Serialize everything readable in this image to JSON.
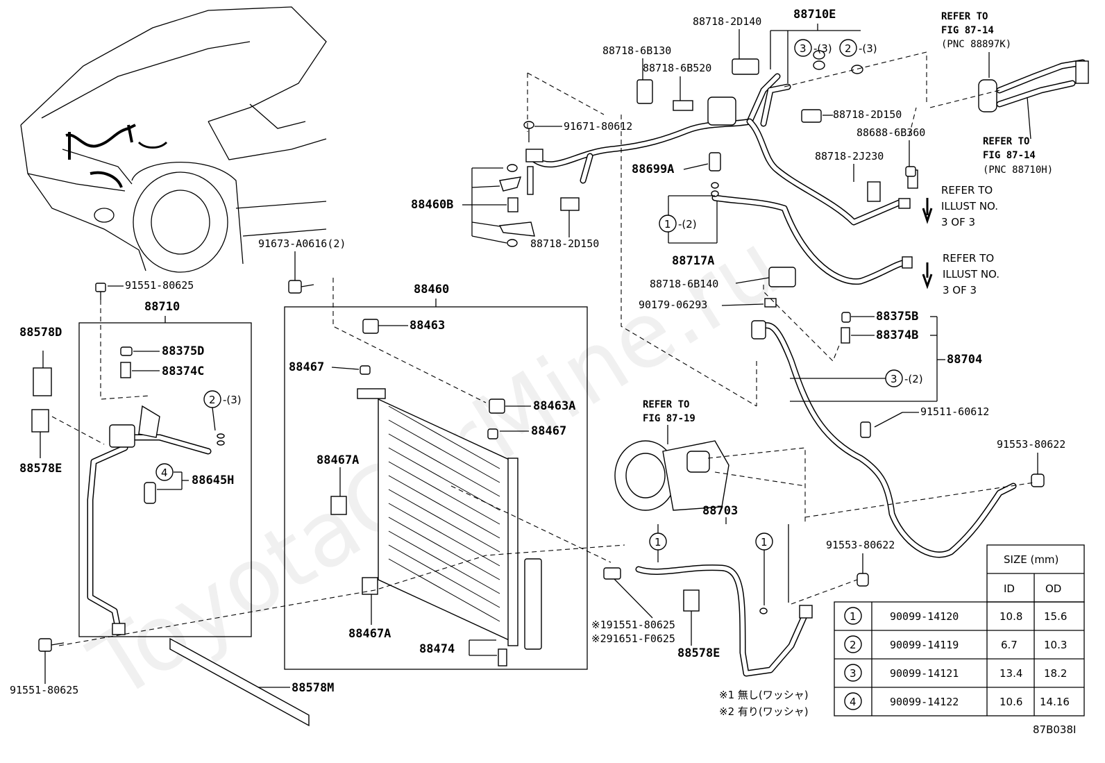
{
  "watermark": "ToyotaCarMine.ru",
  "figure_id": "87B038I",
  "parts": {
    "p88710E": "88710E",
    "p88718_2D140": "88718-2D140",
    "p88718_6B130": "88718-6B130",
    "p88718_6B520": "88718-6B520",
    "p88718_2D150_top": "88718-2D150",
    "p88688_6B360": "88688-6B360",
    "p88718_2J230": "88718-2J230",
    "p91671_80612": "91671-80612",
    "p88699A": "88699A",
    "p88460B": "88460B",
    "p88718_2D150_low": "88718-2D150",
    "p88717A": "88717A",
    "p88718_6B140": "88718-6B140",
    "p90179_06293": "90179-06293",
    "p91673_A0616": "91673-A0616(2)",
    "p91551_80625_top": "91551-80625",
    "p88710": "88710",
    "p88460": "88460",
    "p88578D": "88578D",
    "p88375D": "88375D",
    "p88374C": "88374C",
    "p88578E_left": "88578E",
    "p88645H": "88645H",
    "p88463": "88463",
    "p88467_a": "88467",
    "p88463A": "88463A",
    "p88467_b": "88467",
    "p88467A_a": "88467A",
    "p88467A_b": "88467A",
    "p88474": "88474",
    "p88578M": "88578M",
    "p91551_80625_bot": "91551-80625",
    "p88375B": "88375B",
    "p88374B": "88374B",
    "p88704": "88704",
    "p91511_60612": "91511-60612",
    "p91553_80622_a": "91553-80622",
    "p91553_80622_b": "91553-80622",
    "p88703": "88703",
    "p191551": "※191551-80625",
    "p291651": "※291651-F0625",
    "p88578E_bot": "88578E"
  },
  "washer_qty": {
    "q1_88717A": "-(2)",
    "q2_88710": "-(3)",
    "q3_88710E": "-(3)",
    "q2_88710E": "-(3)",
    "q3_88704": "-(2)"
  },
  "circle_nums": [
    "1",
    "2",
    "3",
    "4"
  ],
  "refs": {
    "fig_top_right_a": [
      "REFER TO",
      "FIG 87-14",
      "(PNC 88897K)"
    ],
    "fig_top_right_b": [
      "REFER TO",
      "FIG 87-14",
      "(PNC 88710H)"
    ],
    "illust_a": [
      "REFER TO",
      "ILLUST NO.",
      "3 OF 3"
    ],
    "illust_b": [
      "REFER TO",
      "ILLUST NO.",
      "3 OF 3"
    ],
    "compressor": [
      "REFER TO",
      "FIG 87-19"
    ]
  },
  "footnotes": {
    "n1": "※1 無し(ワッシャ)",
    "n2": "※2 有り(ワッシャ)"
  },
  "size_table": {
    "title": "SIZE (mm)",
    "col_id": "ID",
    "col_od": "OD",
    "rows": [
      {
        "num": "1",
        "part": "90099-14120",
        "id": "10.8",
        "od": "15.6"
      },
      {
        "num": "2",
        "part": "90099-14119",
        "id": "6.7",
        "od": "10.3"
      },
      {
        "num": "3",
        "part": "90099-14121",
        "id": "13.4",
        "od": "18.2"
      },
      {
        "num": "4",
        "part": "90099-14122",
        "id": "10.6",
        "od": "14.16"
      }
    ]
  }
}
